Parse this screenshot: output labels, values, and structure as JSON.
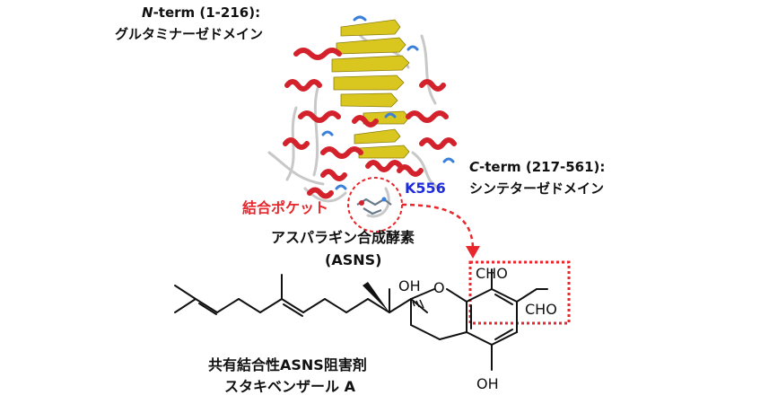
{
  "protein": {
    "n_term": {
      "prefix": "N",
      "range": "-term (1-216):",
      "domain": "グルタミナーゼドメイン"
    },
    "c_term": {
      "prefix": "C",
      "range": "-term (217-561):",
      "domain": "シンテターゼドメイン"
    },
    "residue": "K556",
    "pocket": "結合ポケット",
    "name": "アスパラギン合成酵素",
    "abbr": "(ASNS)"
  },
  "molecule": {
    "oh_top": "OH",
    "o_ring": "O",
    "cho_1": "CHO",
    "cho_2": "CHO",
    "oh_bottom": "OH"
  },
  "caption": {
    "line1": "共有結合性ASNS阻害剤",
    "line2": "スタキベンザール A"
  },
  "colors": {
    "helix": "#d3222b",
    "sheet": "#d9c61e",
    "loop": "#c8c8c8",
    "turn": "#3a7fd9",
    "highlight": "#e8262b",
    "residue_label": "#1e2ddb"
  }
}
